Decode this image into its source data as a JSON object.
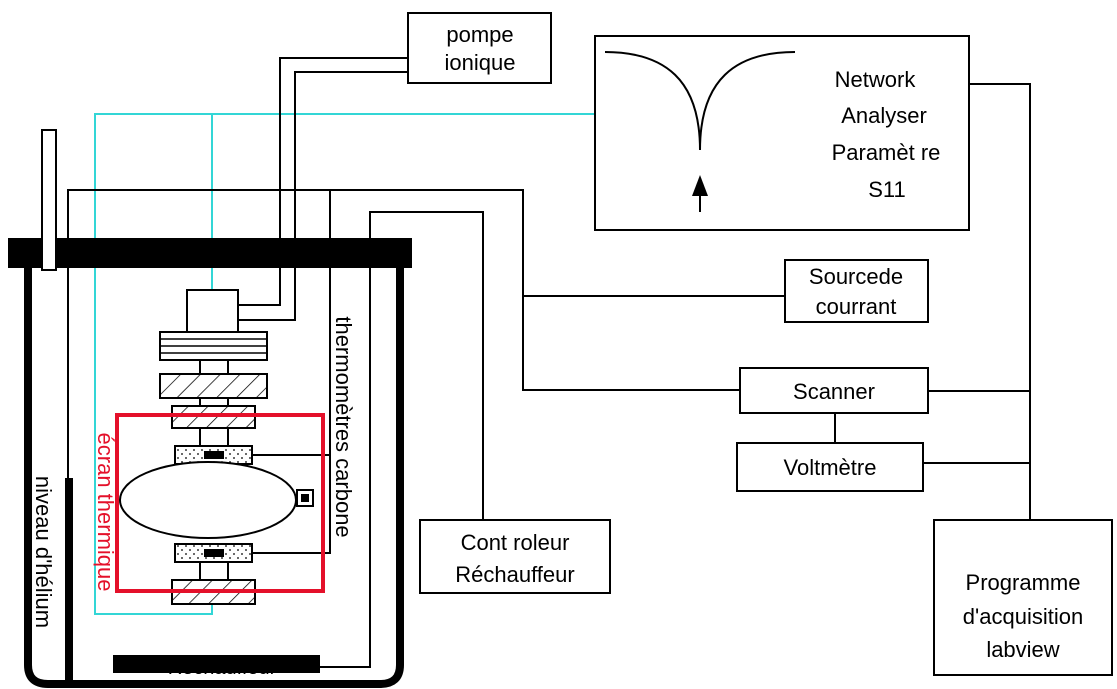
{
  "labels": {
    "pompe_line1": "pompe",
    "pompe_line2": "ionique",
    "network_line1": "Network",
    "network_line2": "Analyser",
    "network_line3": "Paramèt re",
    "network_line4": "S11",
    "source_line1": "Sourcede",
    "source_line2": "courrant",
    "scanner": "Scanner",
    "voltmetre": "Voltmètre",
    "controleur_line1": "Cont roleur",
    "controleur_line2": "Réchauffeur",
    "programme_line1": "Programme",
    "programme_line2": "d'acquisition",
    "programme_line3": "labview",
    "rechauffeur": "Réchauffeur",
    "niveau_helium": "niveau  d'hélium",
    "ecran_thermique": "écran thermique",
    "thermometres": "thermomètres  carbone"
  },
  "colors": {
    "wire": "#000000",
    "coax": "#33d6d6",
    "thermal_screen": "#e4102a"
  }
}
